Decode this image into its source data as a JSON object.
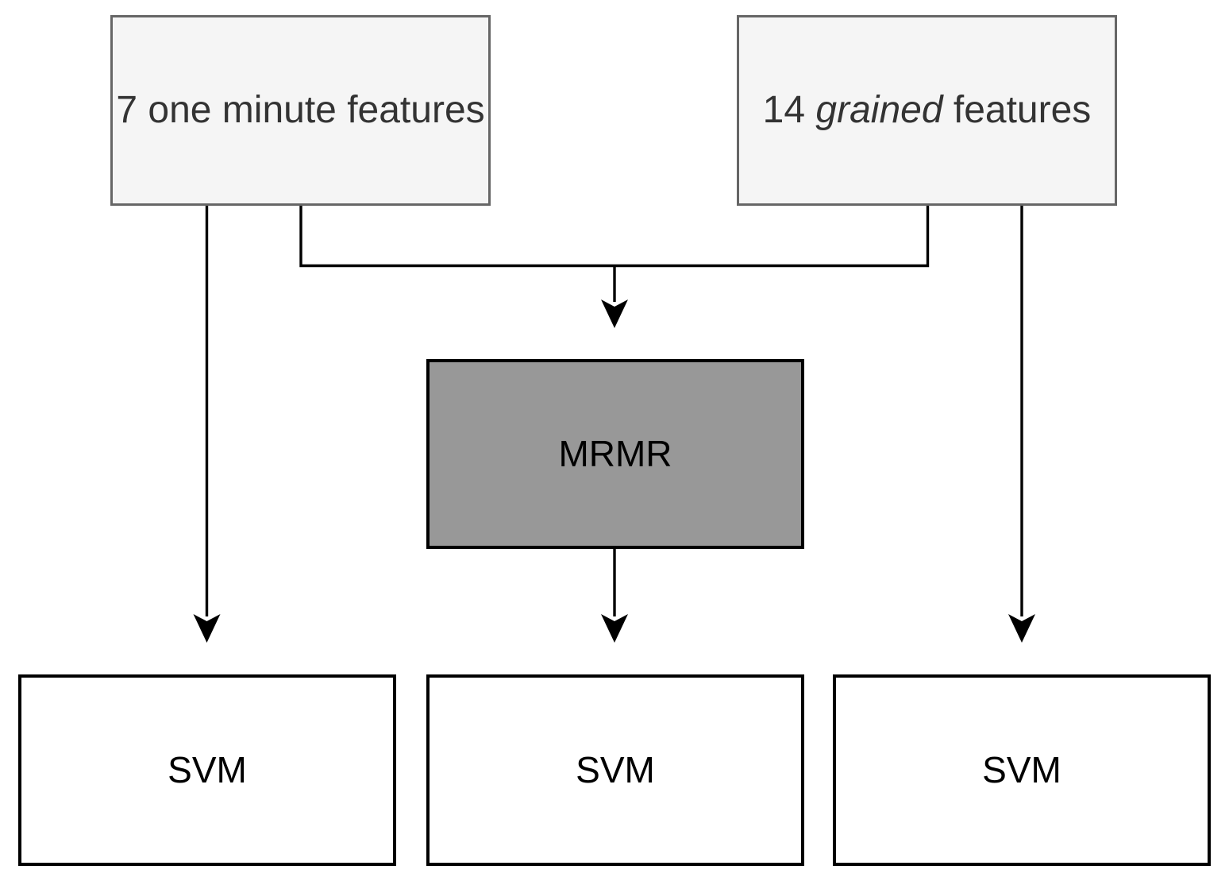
{
  "diagram": {
    "nodes": {
      "one_minute_features": {
        "label": "7 one minute features"
      },
      "grained_features": {
        "prefix": "14 ",
        "italic": "grained",
        "suffix": " features"
      },
      "mrmr": {
        "label": "MRMR"
      },
      "svm_left": {
        "label": "SVM"
      },
      "svm_middle": {
        "label": "SVM"
      },
      "svm_right": {
        "label": "SVM"
      }
    },
    "edges": [
      {
        "from": "one_minute_features",
        "to": "svm_left",
        "arrow": "down"
      },
      {
        "from": "one_minute_features+grained_features",
        "to": "mrmr",
        "arrow": "down"
      },
      {
        "from": "mrmr",
        "to": "svm_middle",
        "arrow": "down"
      },
      {
        "from": "grained_features",
        "to": "svm_right",
        "arrow": "down"
      }
    ],
    "colors": {
      "background": "#FFFFFF",
      "light_node_fill": "#F5F5F5",
      "light_node_border": "#666666",
      "light_node_text": "#333333",
      "mrmr_fill": "#989898",
      "dark_border": "#000000",
      "dark_text": "#000000",
      "connector": "#000000"
    }
  }
}
